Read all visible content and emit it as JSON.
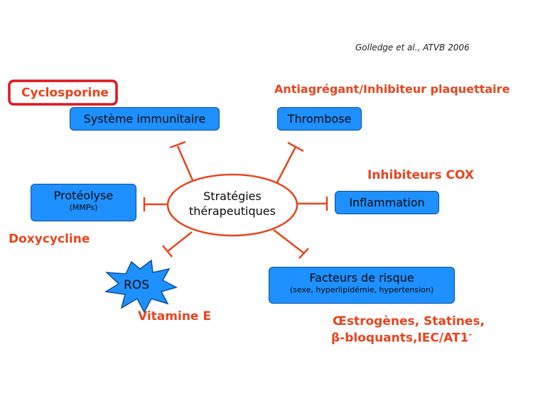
{
  "citation": "Golledge et al., ATVB 2006",
  "center": {
    "line1": "Stratégies",
    "line2": "thérapeutiques"
  },
  "boxes": {
    "immune": {
      "label": "Système immunitaire"
    },
    "thrombose": {
      "label": "Thrombose"
    },
    "proteolyse": {
      "label": "Protéolyse",
      "sub": "(MMPs)"
    },
    "inflammation": {
      "label": "Inflammation"
    },
    "risque": {
      "label": "Facteurs de risque",
      "sub": "(sexe, hyperlipidémie, hypertension)"
    },
    "ros": {
      "label": "ROS"
    }
  },
  "treatments": {
    "cyclosporine": "Cyclosporine",
    "antiagregant": "Antiagrégant/Inhibiteur plaquettaire",
    "cox": "Inhibiteurs COX",
    "doxycycline": "Doxycycline",
    "vitamine_e": "Vitamine E",
    "oestrogenes": "Œstrogènes, Statines,",
    "bloquants": "β-bloquants,IEC/AT1",
    "bloquants_superscript": "-"
  },
  "colors": {
    "box_fill": "#1e90ff",
    "treatment_text": "#e8451e",
    "connector": "#e8451e",
    "highlight_border": "#e0141e"
  }
}
